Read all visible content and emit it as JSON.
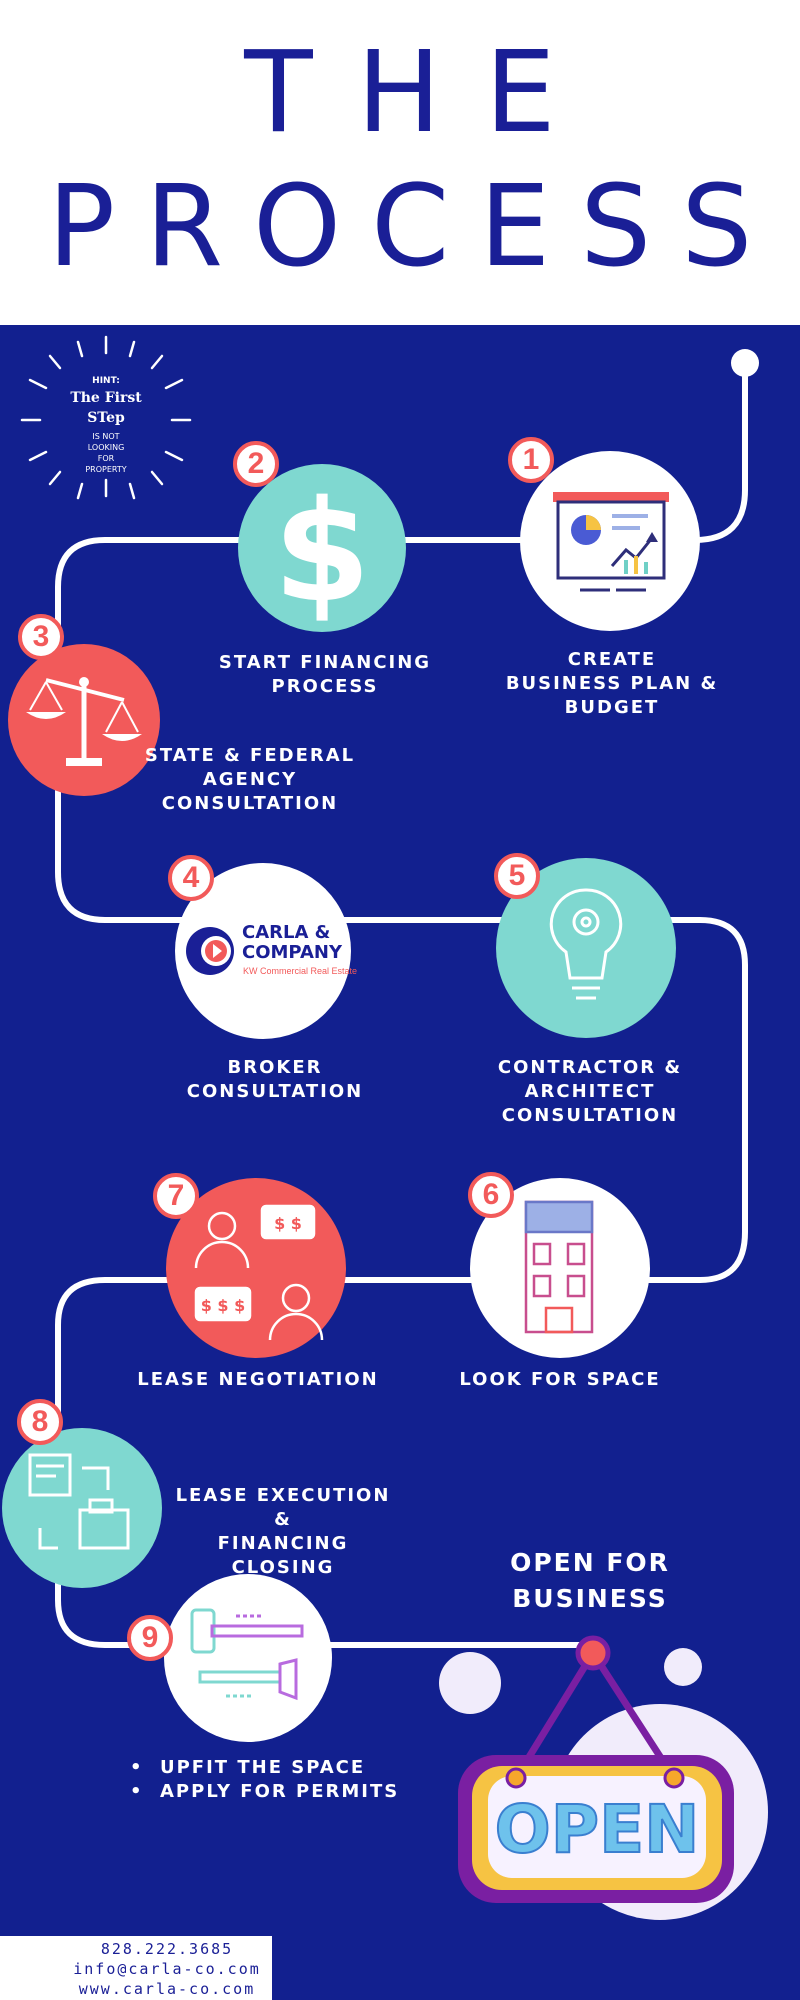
{
  "title": {
    "line1": "THE",
    "line2": "PROCESS"
  },
  "hint": {
    "label": "HINT:",
    "emphasis_1": "The First",
    "emphasis_2": "STep",
    "rest_1": "IS NOT",
    "rest_2": "LOOKING",
    "rest_3": "FOR",
    "rest_4": "PROPERTY"
  },
  "steps": [
    {
      "number": "1",
      "lines": [
        "CREATE",
        "BUSINESS PLAN &",
        "BUDGET"
      ],
      "icon": "presentation-chart-icon"
    },
    {
      "number": "2",
      "lines": [
        "START FINANCING",
        "PROCESS"
      ],
      "icon": "dollar-sign-icon"
    },
    {
      "number": "3",
      "lines": [
        "STATE & FEDERAL",
        "AGENCY",
        "CONSULTATION"
      ],
      "icon": "scales-of-justice-icon"
    },
    {
      "number": "4",
      "lines": [
        "BROKER",
        "CONSULTATION"
      ],
      "icon": "carla-company-logo"
    },
    {
      "number": "5",
      "lines": [
        "CONTRACTOR &",
        "ARCHITECT",
        "CONSULTATION"
      ],
      "icon": "lightbulb-gear-icon"
    },
    {
      "number": "6",
      "lines": [
        "LOOK FOR SPACE"
      ],
      "icon": "building-icon"
    },
    {
      "number": "7",
      "lines": [
        "LEASE NEGOTIATION"
      ],
      "icon": "negotiation-icon"
    },
    {
      "number": "8",
      "lines": [
        "LEASE EXECUTION &",
        "FINANCING CLOSING"
      ],
      "icon": "document-building-icon"
    },
    {
      "number": "9",
      "lines": [],
      "icon": "hammer-tools-icon"
    }
  ],
  "step9_bullets": [
    "UPFIT THE SPACE",
    "APPLY FOR PERMITS"
  ],
  "logo": {
    "name_1": "CARLA &",
    "name_2": "COMPANY",
    "tagline": "KW Commercial Real Estate"
  },
  "open": {
    "title_1": "OPEN FOR",
    "title_2": "BUSINESS",
    "sign_text": "OPEN"
  },
  "contact": {
    "phone": "828.222.3685",
    "email": "info@carla-co.com",
    "website": "www.carla-co.com"
  },
  "colors": {
    "navy": "#12208f",
    "title_blue": "#1a1f96",
    "coral": "#f25a5a",
    "teal": "#7fd8d0",
    "white": "#ffffff"
  }
}
